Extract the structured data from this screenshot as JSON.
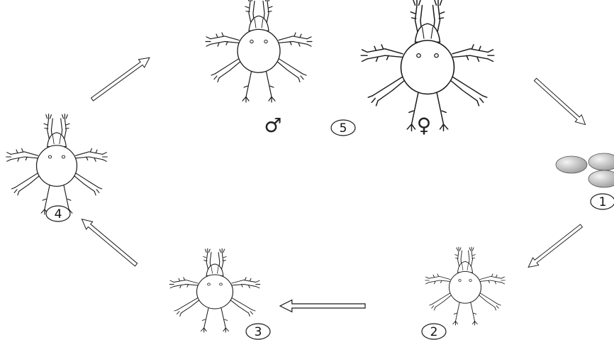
{
  "diagram": {
    "stages": [
      {
        "id": "eggs",
        "number": "1"
      },
      {
        "id": "larva",
        "number": "2"
      },
      {
        "id": "protonymph",
        "number": "3"
      },
      {
        "id": "tritonymph",
        "number": "4"
      },
      {
        "id": "adults",
        "number": "5"
      }
    ],
    "male_symbol": "♂",
    "female_symbol": "♀"
  },
  "colors": {
    "line": "#1a1a1a",
    "body_fill": "#ffffff",
    "egg_fill": "#c8c8c8",
    "egg_highlight": "#f2f2f2"
  }
}
